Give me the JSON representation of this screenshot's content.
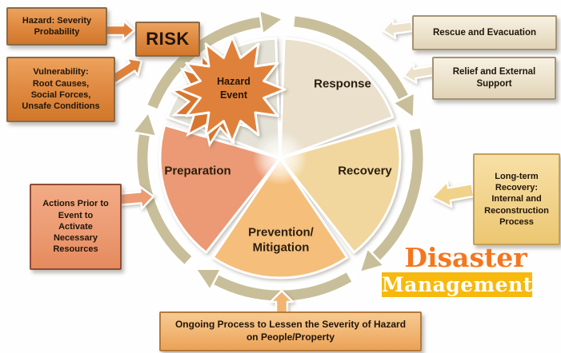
{
  "title": {
    "word1": "Disaster",
    "word2": "Management"
  },
  "risk": {
    "label": "RISK"
  },
  "wheel": {
    "direction": "clockwise",
    "ring_color": "#C8BF9A",
    "hazard_event": {
      "label": "Hazard\nEvent",
      "color": "#E0813B"
    },
    "segments": [
      {
        "label": "Response",
        "color": "#EAE0CC"
      },
      {
        "label": "Recovery",
        "color": "#F1D79E"
      },
      {
        "label": "Prevention/\nMitigation",
        "color": "#F5BE7B"
      },
      {
        "label": "Preparation",
        "color": "#EB9A75"
      },
      {
        "label": "",
        "color": "#E4E2D6"
      }
    ]
  },
  "callouts": {
    "hazard_severity": {
      "text": "Hazard: Severity\nProbability",
      "color": "#E08A42"
    },
    "vulnerability": {
      "text": "Vulnerability:\nRoot Causes,\nSocial Forces,\nUnsafe Conditions",
      "color": "#E08A42"
    },
    "rescue": {
      "text": "Rescue and Evacuation",
      "color": "#ECE2CB"
    },
    "relief": {
      "text": "Relief and External\nSupport",
      "color": "#ECE2CB"
    },
    "long_term": {
      "text": "Long-term\nRecovery:\nInternal and\nReconstruction\nProcess",
      "color": "#F1D28A"
    },
    "actions": {
      "text": "Actions Prior to\nEvent to\nActivate\nNecessary\nResources",
      "color": "#EC9B73"
    },
    "ongoing": {
      "text": "Ongoing Process to Lessen the Severity of Hazard\non People/Property",
      "color": "#F1B573"
    }
  },
  "colors": {
    "title_orange": "#F5761D",
    "badge_gold": "#F7B90E",
    "risk_orange": "#E08A42",
    "ring_olive": "#C8BF9A",
    "star_orange": "#E0813B"
  }
}
